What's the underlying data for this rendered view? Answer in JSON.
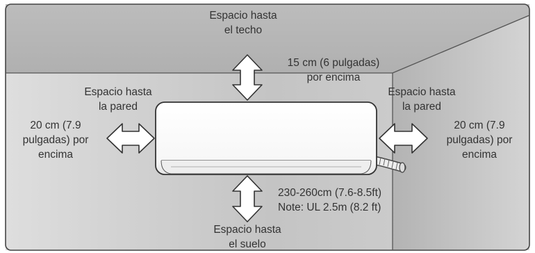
{
  "diagram": {
    "ceiling_label": [
      "Espacio hasta",
      "el techo"
    ],
    "top_clearance": [
      "15 cm (6 pulgadas)",
      "por encima"
    ],
    "left_wall_label": [
      "Espacio hasta",
      "la pared"
    ],
    "left_clearance": [
      "20 cm (7.9",
      "pulgadas) por",
      "encima"
    ],
    "right_wall_label": [
      "Espacio hasta",
      "la pared"
    ],
    "right_clearance": [
      "20 cm (7.9",
      "pulgadas) por",
      "encima"
    ],
    "floor_clearance": [
      "230-260cm (7.6-8.5ft)",
      "Note: UL 2.5m (8.2 ft)"
    ],
    "floor_label": [
      "Espacio hasta",
      "el suelo"
    ],
    "colors": {
      "ceiling": "#b9b9b9",
      "wall_left": "#d6d6d6",
      "wall_back": "#c9c9c9",
      "wall_right": "#bdbdbd",
      "arrow_fill": "#ffffff",
      "outline": "#444444"
    },
    "icons": [
      "air-conditioner-unit",
      "double-arrow-up-down",
      "double-arrow-left-right",
      "drain-hose"
    ]
  }
}
